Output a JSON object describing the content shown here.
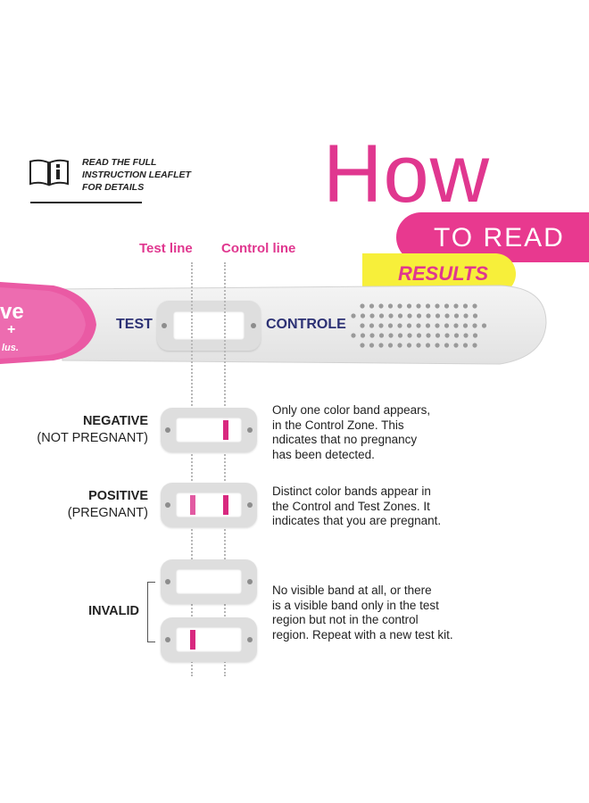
{
  "leaflet": {
    "icon": "book-info-icon",
    "lines": [
      "READ THE FULL",
      "INSTRUCTION LEAFLET",
      "FOR DETAILS"
    ]
  },
  "heading": {
    "how": "How",
    "to_read": "TO READ",
    "results": "RESULTS"
  },
  "line_labels": {
    "test": "Test line",
    "control": "Control line"
  },
  "stick": {
    "logo_lines": [
      "ve",
      "+",
      "lus."
    ],
    "test_word": "TEST",
    "control_word": "CONTROLE"
  },
  "results": [
    {
      "title": "NEGATIVE",
      "subtitle": "(NOT PREGNANT)",
      "description": [
        "Only one color band appears,",
        "in the Control Zone. This",
        "ndicates that no pregnancy",
        "has been detected."
      ]
    },
    {
      "title": "POSITIVE",
      "subtitle": "(PREGNANT)",
      "description": [
        "Distinct color bands appear in",
        "the Control and Test Zones. It",
        "indicates that you are pregnant."
      ]
    },
    {
      "title": "INVALID",
      "subtitle": "",
      "description": [
        "No visible band at all, or there",
        "is a visible band only in the test",
        "region but not in the control",
        "region. Repeat with a new test kit."
      ]
    }
  ],
  "colors": {
    "pink": "#e0378f",
    "yellow": "#f7ef3a",
    "navy": "#2c3174",
    "band": "#d8287f"
  }
}
